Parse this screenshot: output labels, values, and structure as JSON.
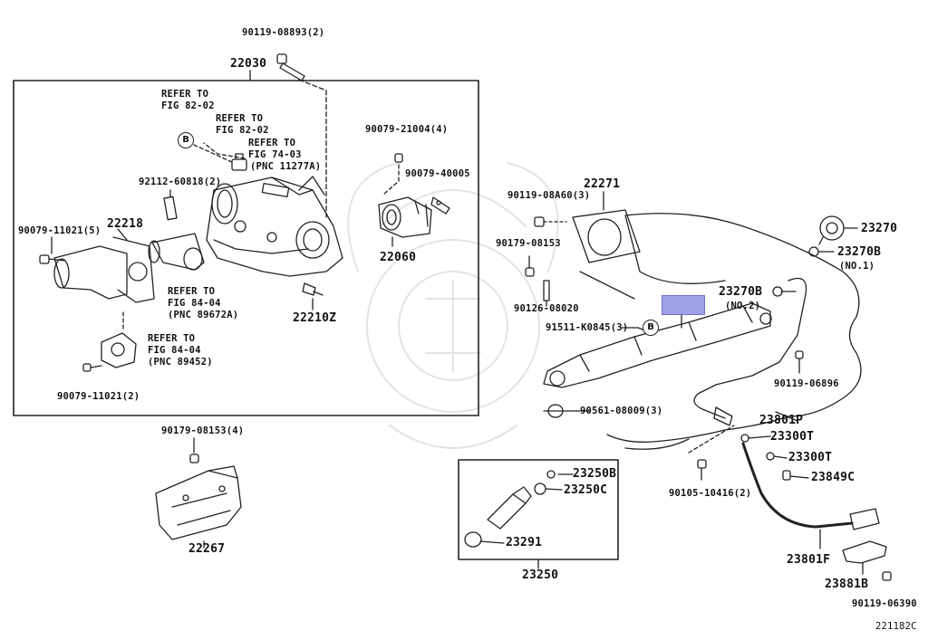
{
  "diagram_code": "221182C",
  "callouts": {
    "c_90119_08893": "90119-08893(2)",
    "c_22030": "22030",
    "c_refer_82_a_1": "REFER TO",
    "c_refer_82_a_2": "FIG 82-02",
    "c_refer_82_b_1": "REFER TO",
    "c_refer_82_b_2": "FIG 82-02",
    "c_refer_74_1": "REFER TO",
    "c_refer_74_2": "FIG 74-03",
    "c_refer_74_3": "(PNC 11277A)",
    "c_92112": "92112-60818(2)",
    "c_90079_11021_5": "90079-11021(5)",
    "c_22218": "22218",
    "c_refer_84_a_1": "REFER TO",
    "c_refer_84_a_2": "FIG 84-04",
    "c_refer_84_a_3": "(PNC 89672A)",
    "c_22210z": "22210Z",
    "c_refer_84_b_1": "REFER TO",
    "c_refer_84_b_2": "FIG 84-04",
    "c_refer_84_b_3": "(PNC 89452)",
    "c_90079_11021_2": "90079-11021(2)",
    "c_90079_21004": "90079-21004(4)",
    "c_90079_40005": "90079-40005",
    "c_22060": "22060",
    "c_22271": "22271",
    "c_90119_08a60": "90119-08A60(3)",
    "c_23270": "23270",
    "c_90179_08153": "90179-08153",
    "c_23270b_1": "23270B",
    "c_23270b_1_no": "(NO.1)",
    "c_23270b_2": "23270B",
    "c_23270b_2_no": "(NO.2)",
    "c_90126": "90126-08020",
    "c_91511": "91511-K0845(3)",
    "c_90119_06896": "90119-06896",
    "c_90561": "90561-08009(3)",
    "c_23801p": "23801P",
    "c_23300t_a": "23300T",
    "c_23300t_b": "23300T",
    "c_23849c": "23849C",
    "c_90105": "90105-10416(2)",
    "c_90179_08153_4": "90179-08153(4)",
    "c_22267": "22267",
    "c_23250b": "23250B",
    "c_23250c": "23250C",
    "c_23291": "23291",
    "c_23250": "23250",
    "c_23801f": "23801F",
    "c_23881b": "23881B",
    "c_90119_06390": "90119-06390",
    "b_marker_1": "B",
    "b_marker_2": "B"
  }
}
